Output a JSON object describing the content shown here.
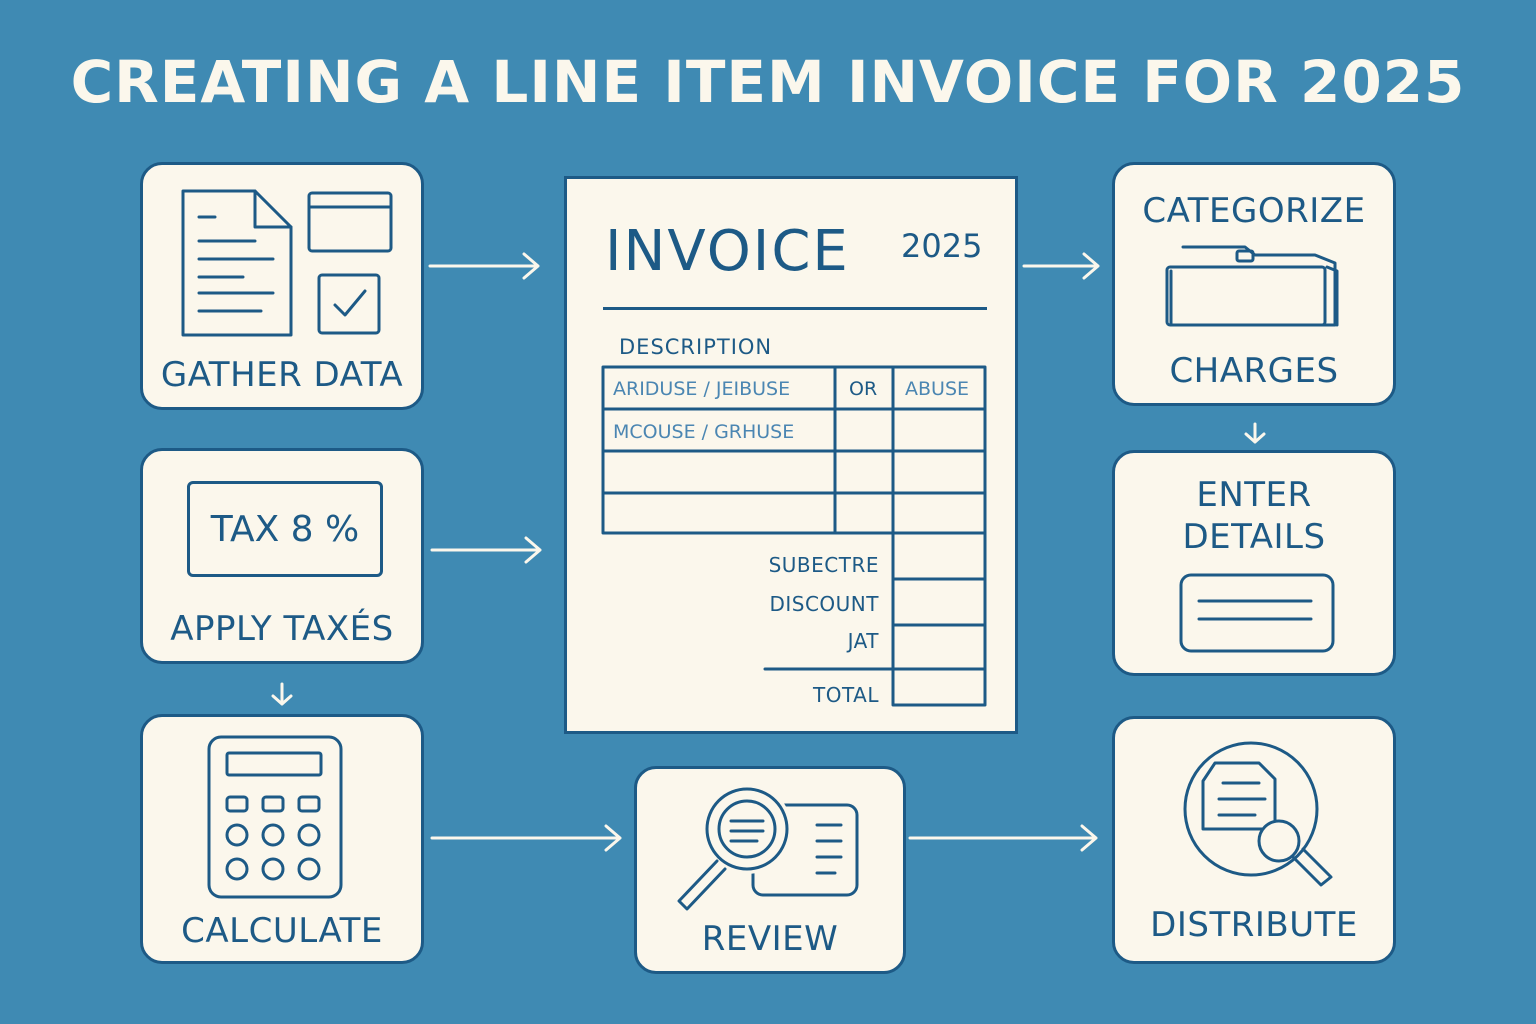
{
  "title": "CREATING A LINE ITEM INVOICE FOR 2025",
  "colors": {
    "background": "#3f8ab3",
    "card": "#fbf7ec",
    "ink": "#1d5a86",
    "light_ink": "#4b86b2"
  },
  "steps": {
    "gather": {
      "label": "GATHER DATA",
      "icon": "documents-checklist-icon"
    },
    "taxes": {
      "label": "APPLY TAXÉS",
      "box_text": "TAX 8 %",
      "icon": "tax-box"
    },
    "calculate": {
      "label": "CALCULATE",
      "icon": "calculator-icon"
    },
    "review": {
      "label": "REVIEW",
      "icon": "magnifier-document-icon"
    },
    "categorize": {
      "label_top": "CATEGORIZE",
      "label_bottom": "CHARGES",
      "icon": "folder-icon"
    },
    "enter": {
      "label_line1": "ENTER",
      "label_line2": "DETAILS",
      "icon": "form-field-icon"
    },
    "distribute": {
      "label": "DISTRIBUTE",
      "icon": "document-search-icon"
    }
  },
  "invoice": {
    "title": "INVOICE",
    "year": "2025",
    "description_label": "DESCRIPTION",
    "rows": [
      {
        "col1": "ARIDUSE / JEIBUSE",
        "col2": "OR",
        "col3": "ABUSE"
      },
      {
        "col1": "MCOUSE / GRHUSE",
        "col2": "",
        "col3": ""
      },
      {
        "col1": "",
        "col2": "",
        "col3": ""
      },
      {
        "col1": "",
        "col2": "",
        "col3": ""
      }
    ],
    "summary": {
      "subtotal": "SUBECTRE",
      "discount": "DISCOUNT",
      "vat": "JAT",
      "total": "TOTAL"
    }
  }
}
